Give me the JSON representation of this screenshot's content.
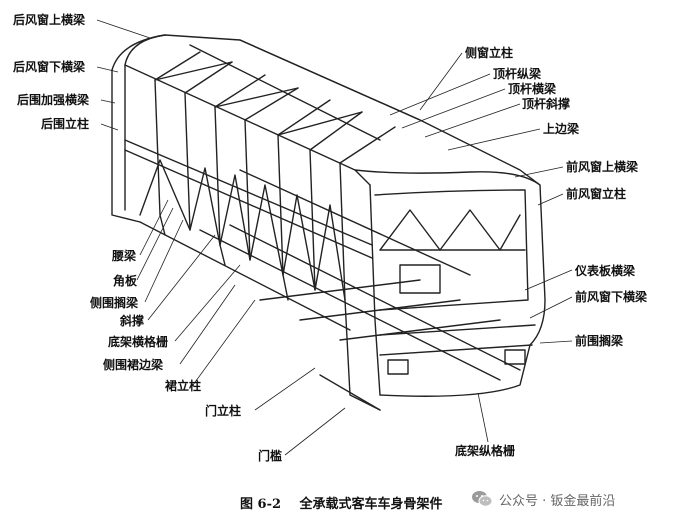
{
  "labels": {
    "rear_window_upper_crossbeam": "后风窗上横梁",
    "rear_window_lower_crossbeam": "后风窗下横梁",
    "rear_reinforcement_crossbeam": "后围加强横梁",
    "rear_pillar": "后围立柱",
    "side_window_pillar": "侧窗立柱",
    "roof_longitudinal_beam": "顶杆纵梁",
    "roof_crossbeam": "顶杆横梁",
    "roof_diagonal_brace": "顶杆斜撑",
    "upper_side_beam": "上边梁",
    "front_window_upper_crossbeam": "前风窗上横梁",
    "front_window_pillar": "前风窗立柱",
    "waist_beam": "腰梁",
    "corner_plate": "角板",
    "side_bar_beam": "侧围搁梁",
    "diagonal_brace": "斜撑",
    "chassis_cross_grid": "底架横格栅",
    "side_skirt_beam": "侧围裙边梁",
    "skirt_pillar": "裙立柱",
    "door_pillar": "门立柱",
    "door_sill": "门槛",
    "dashboard_crossbeam": "仪表板横梁",
    "front_window_lower_crossbeam": "前风窗下横梁",
    "front_bar_beam": "前围搁梁",
    "chassis_longitudinal_grid": "底架纵格栅"
  },
  "caption": {
    "figure_number": "图 6-2",
    "title": "全承载式客车车身骨架件"
  },
  "watermark": {
    "text": "公众号 · 钣金最前沿",
    "icon": "wechat-icon"
  }
}
